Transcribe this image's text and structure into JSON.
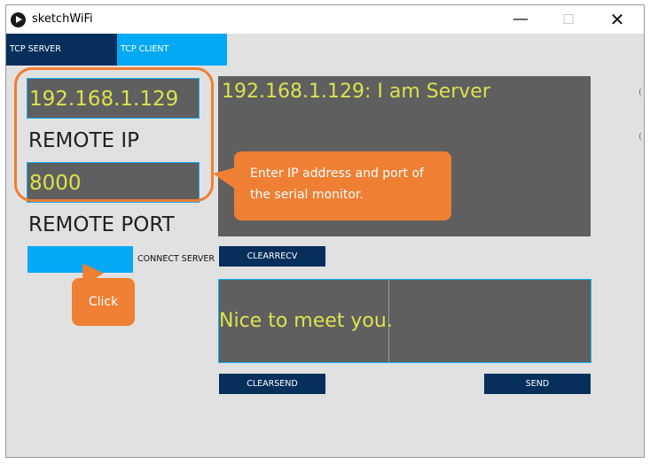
{
  "window": {
    "title": "sketchWiFi",
    "minimize_icon": "—",
    "maximize_icon": "☐",
    "close_icon": "✕"
  },
  "tabs": [
    {
      "label": "TCP SERVER",
      "active": false
    },
    {
      "label": "TCP CLIENT",
      "active": true
    }
  ],
  "left_panel": {
    "ip_value": "192.168.1.129",
    "ip_label": "REMOTE IP",
    "port_value": "8000",
    "port_label": "REMOTE PORT",
    "connect_label": "CONNECT SERVER"
  },
  "receive": {
    "text": "192.168.1.129:  I am Server",
    "clear_label": "CLEARRECV"
  },
  "send": {
    "text": "Nice to meet you.",
    "clear_label": "CLEARSEND",
    "send_label": "SEND"
  },
  "annotations": {
    "ip_callout_line1": "Enter IP address and port of",
    "ip_callout_line2": "the serial monitor.",
    "click_callout": "Click"
  },
  "colors": {
    "accent_blue": "#03a9f4",
    "navy": "#062f5c",
    "field_gray": "#5f5f5f",
    "field_text": "#dde24f",
    "annotation_orange": "#ee7f33"
  }
}
